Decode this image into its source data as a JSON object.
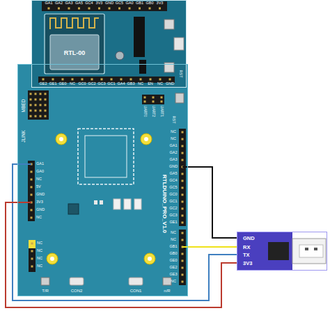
{
  "diagram": {
    "nodes": [
      {
        "text": [
          "RTL-00"
        ]
      },
      {
        "text": [
          "RTLDUINO_PRO_V1.0"
        ]
      },
      {
        "text": [
          "GND",
          "RX",
          "TX",
          "3V3"
        ]
      }
    ],
    "edges": [
      {
        "from": 1,
        "to": 2,
        "arrow": "none"
      },
      {
        "from": 1,
        "to": 2,
        "arrow": "none"
      },
      {
        "from": 1,
        "to": 2,
        "arrow": "none"
      },
      {
        "from": 1,
        "to": 2,
        "arrow": "none"
      }
    ],
    "labels": [
      "GA1",
      "GA2",
      "GA3",
      "GA5",
      "GC4",
      "3V3",
      "GND",
      "GC5",
      "GA0",
      "GB1",
      "GB0",
      "3V3",
      "GE2",
      "GE1",
      "GE0",
      "NC",
      "GC0",
      "GC2",
      "GC3",
      "GC1",
      "GA4",
      "GB3",
      "NC",
      "EN",
      "NC",
      "GND",
      "RST",
      "RST",
      "MBED",
      "JLINK",
      "UART0",
      "UART2",
      "UART1",
      "GA1",
      "GA0",
      "NC",
      "5V",
      "GND",
      "3V3",
      "GND",
      "NC",
      "NC",
      "NC",
      "NC",
      "NC",
      "NC",
      "NC",
      "GA1",
      "GA2",
      "GA3",
      "GND",
      "GA5",
      "GC4",
      "GC5",
      "GC0",
      "GC1",
      "GC2",
      "GC3",
      "GE1",
      "NC",
      "NC",
      "GB1",
      "GB0",
      "GE0",
      "GE2",
      "GE3",
      "NC",
      "T/R",
      "CON2",
      "CON1",
      "n/R"
    ]
  }
}
